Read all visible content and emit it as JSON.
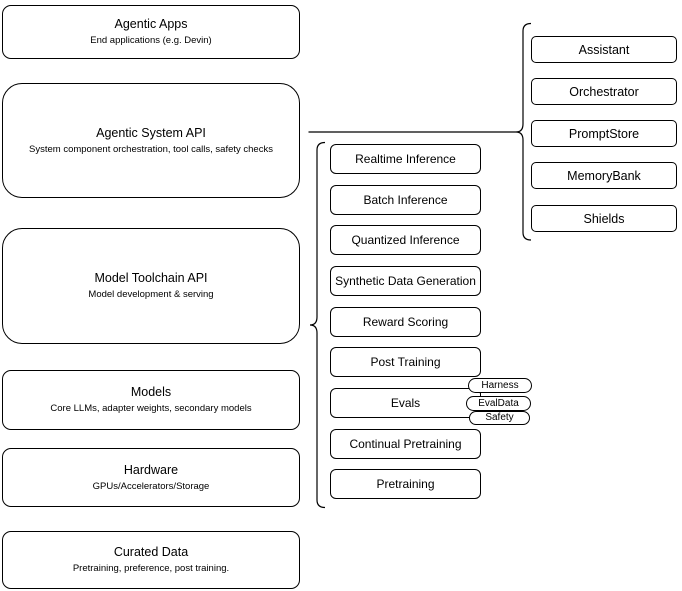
{
  "diagram": {
    "background_color": "#ffffff",
    "stroke_color": "#000000",
    "text_color": "#000000",
    "left_column": [
      {
        "title": "Agentic Apps",
        "subtitle": "End applications (e.g. Devin)"
      },
      {
        "title": "Agentic System API",
        "subtitle": "System component orchestration, tool calls, safety checks"
      },
      {
        "title": "Model Toolchain API",
        "subtitle": "Model development & serving"
      },
      {
        "title": "Models",
        "subtitle": "Core LLMs, adapter weights, secondary models"
      },
      {
        "title": "Hardware",
        "subtitle": "GPUs/Accelerators/Storage"
      },
      {
        "title": "Curated Data",
        "subtitle": "Pretraining, preference, post training."
      }
    ],
    "toolchain_items": [
      "Realtime Inference",
      "Batch Inference",
      "Quantized Inference",
      "Synthetic Data Generation",
      "Reward Scoring",
      "Post Training",
      "Evals",
      "Continual Pretraining",
      "Pretraining"
    ],
    "agentic_items": [
      "Assistant",
      "Orchestrator",
      "PromptStore",
      "MemoryBank",
      "Shields"
    ],
    "eval_tags": [
      "Harness",
      "EvalData",
      "Safety"
    ]
  }
}
